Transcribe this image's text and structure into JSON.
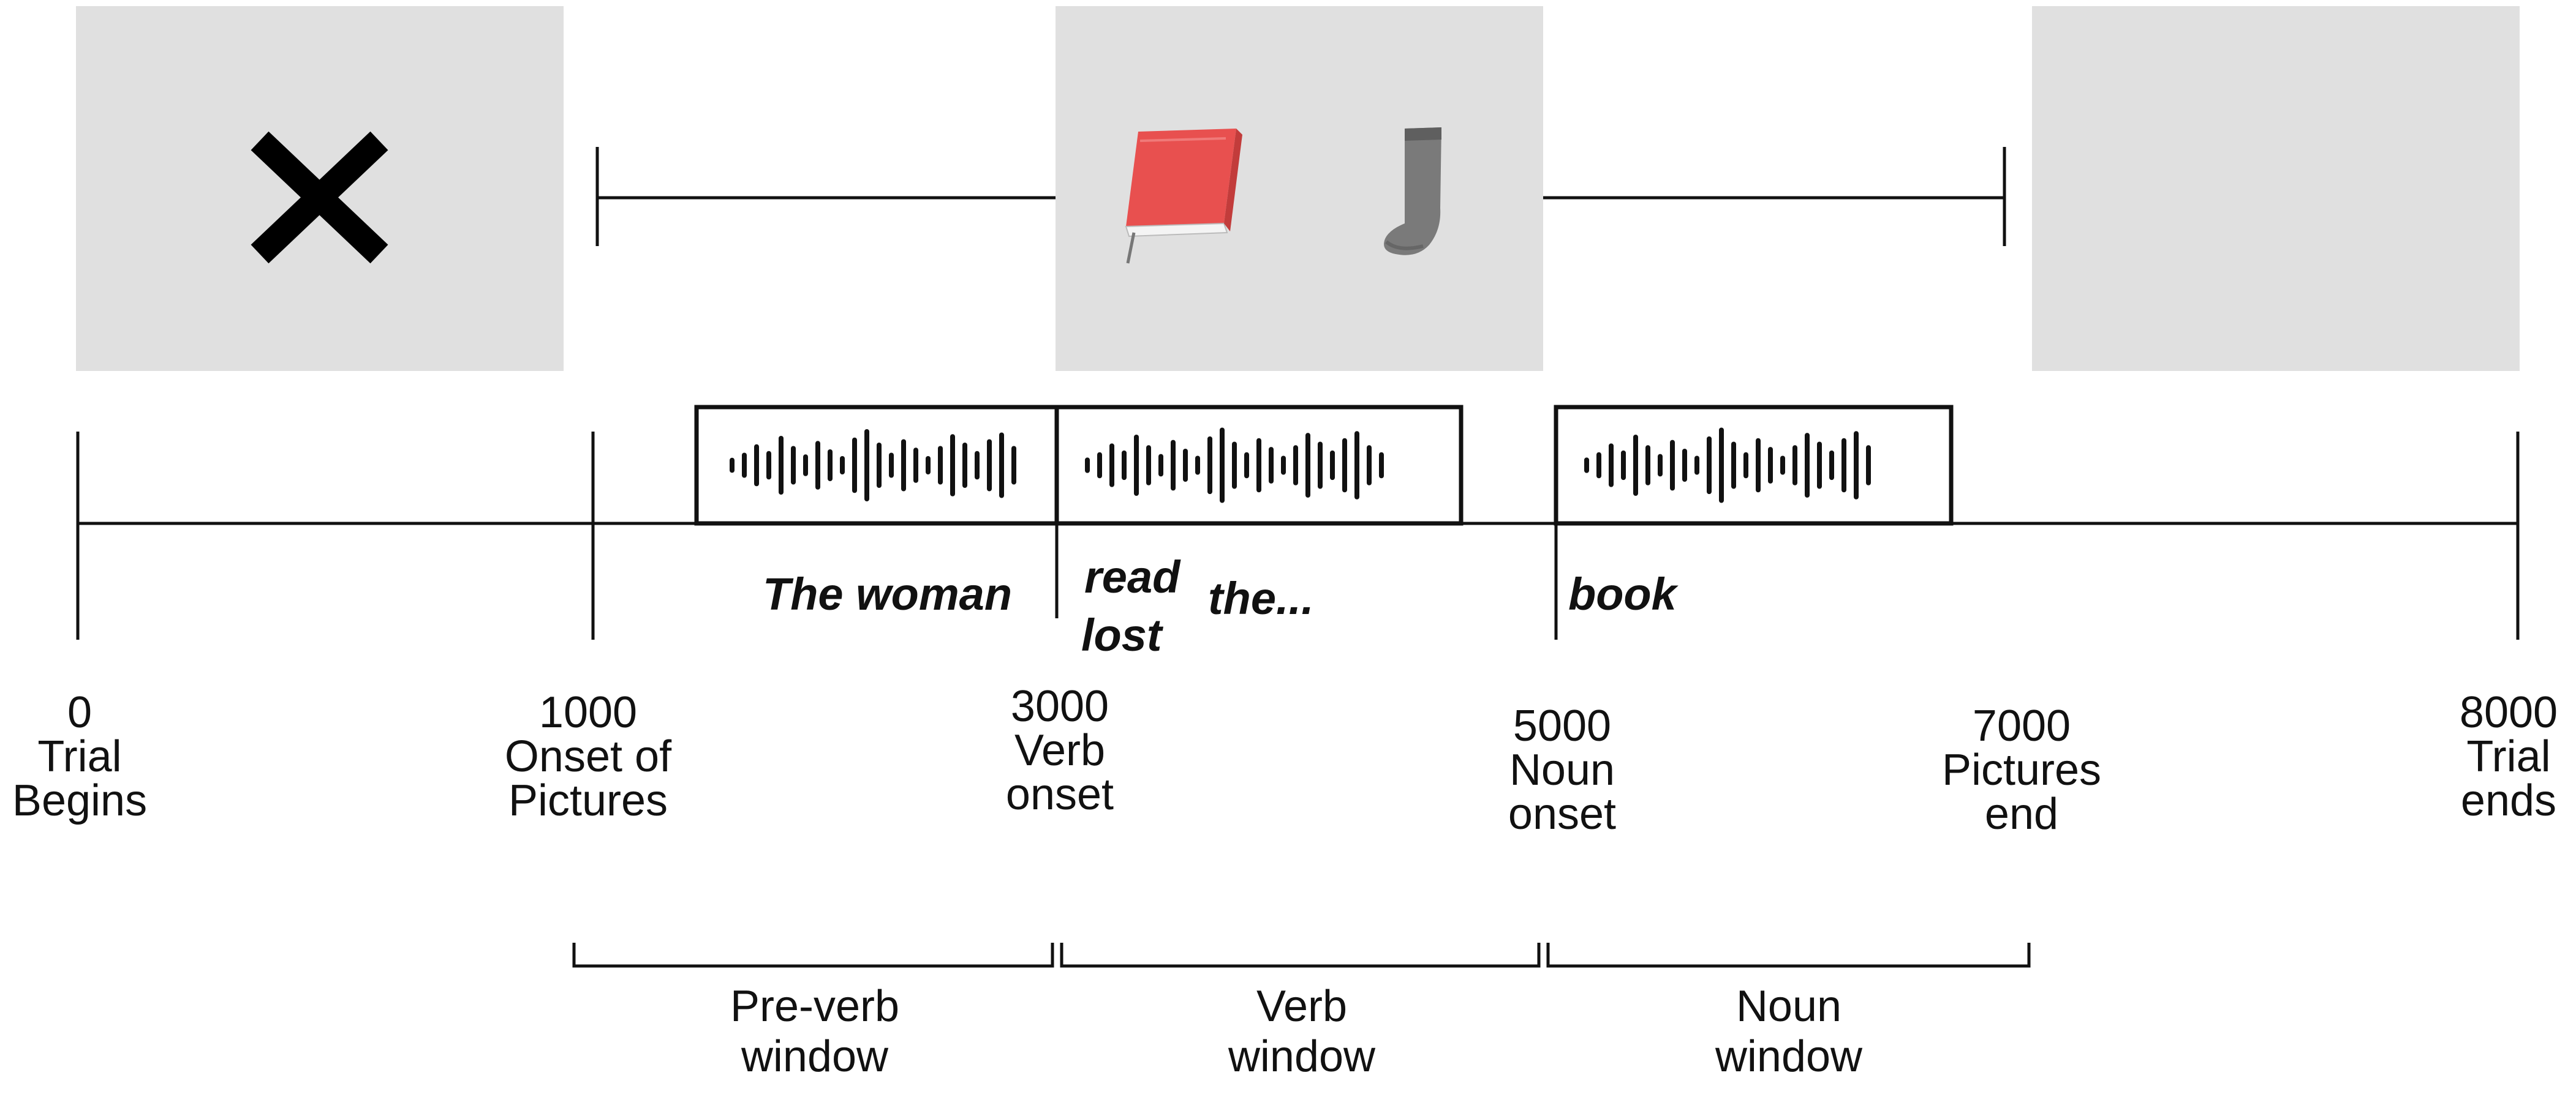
{
  "timeline": {
    "events": [
      {
        "time": "0",
        "label_line1": "Trial",
        "label_line2": "Begins"
      },
      {
        "time": "1000",
        "label_line1": "Onset of",
        "label_line2": "Pictures"
      },
      {
        "time": "3000",
        "label_line1": "Verb",
        "label_line2": "onset"
      },
      {
        "time": "5000",
        "label_line1": "Noun",
        "label_line2": "onset"
      },
      {
        "time": "7000",
        "label_line1": "Pictures",
        "label_line2": "end"
      },
      {
        "time": "8000",
        "label_line1": "Trial",
        "label_line2": "ends"
      }
    ]
  },
  "words": {
    "subject": "The woman",
    "verb_option1": "read",
    "verb_option2": "lost",
    "determiner": "the...",
    "noun": "book"
  },
  "windows": [
    {
      "line1": "Pre-verb",
      "line2": "window"
    },
    {
      "line1": "Verb",
      "line2": "window"
    },
    {
      "line1": "Noun",
      "line2": "window"
    }
  ],
  "icons": {
    "fixation": "fixation-cross-icon",
    "target": "red-book-icon",
    "distractor": "grey-sock-icon",
    "audio": "sound-waveform-icon"
  },
  "colors": {
    "screen_bg": "#e0e0e0",
    "book_red": "#e8504f",
    "sock_grey": "#7a7a7a",
    "line": "#111111"
  }
}
